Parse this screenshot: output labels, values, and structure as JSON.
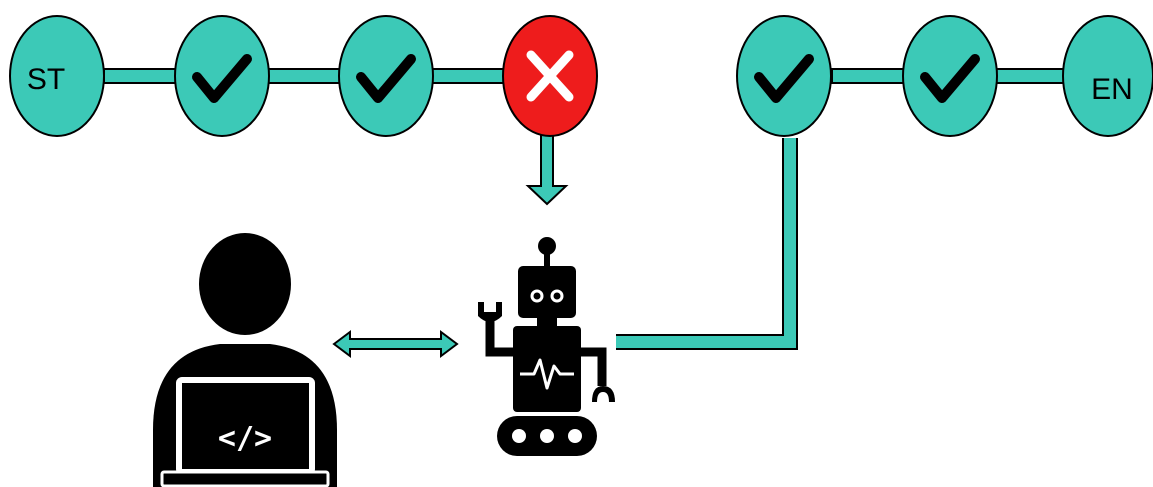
{
  "pipeline": {
    "start_label": "ST",
    "end_label": "EN",
    "steps": [
      {
        "status": "pass"
      },
      {
        "status": "pass"
      },
      {
        "status": "fail"
      },
      {
        "status": "pass"
      },
      {
        "status": "pass"
      }
    ]
  },
  "colors": {
    "node_fill": "#3cc9b7",
    "fail_fill": "#ee1c1c",
    "outline": "#000000",
    "background": "#ffffff"
  },
  "icons": {
    "developer": "developer-laptop-icon",
    "robot": "robot-icon",
    "code_symbol": "</>"
  }
}
